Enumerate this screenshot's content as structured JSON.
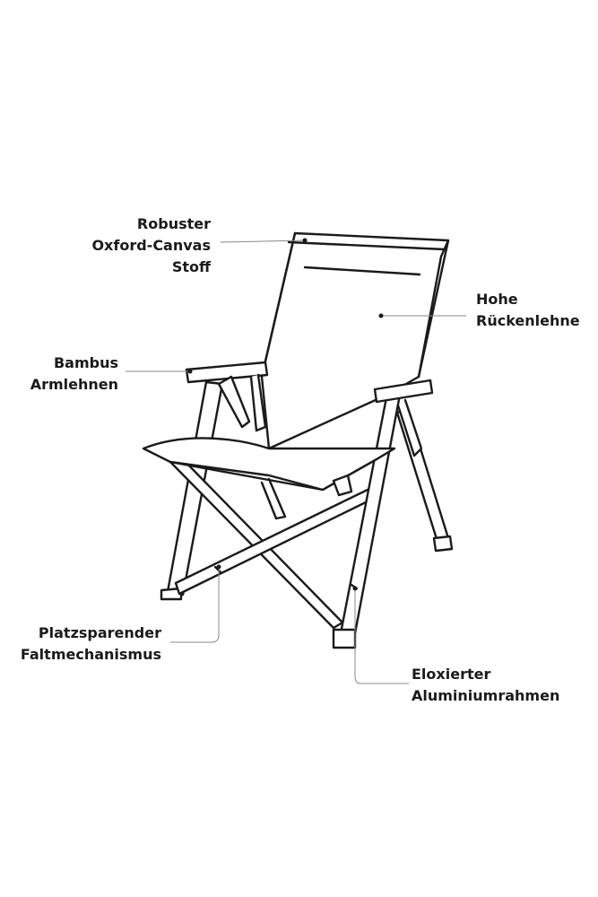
{
  "labels": {
    "fabric": {
      "line1": "Robuster",
      "line2": "Oxford-Canvas",
      "line3": "Stoff"
    },
    "backrest": {
      "line1": "Hohe",
      "line2": "Rückenlehne"
    },
    "armrest": {
      "line1": "Bambus",
      "line2": "Armlehnen"
    },
    "folding": {
      "line1": "Platzsparender",
      "line2": "Faltmechanismus"
    },
    "frame": {
      "line1": "Eloxierter",
      "line2": "Aluminiumrahmen"
    }
  },
  "colors": {
    "stroke": "#1a1a1a",
    "fill": "#ffffff",
    "text": "#1a1a1a",
    "leader": "#888888"
  }
}
